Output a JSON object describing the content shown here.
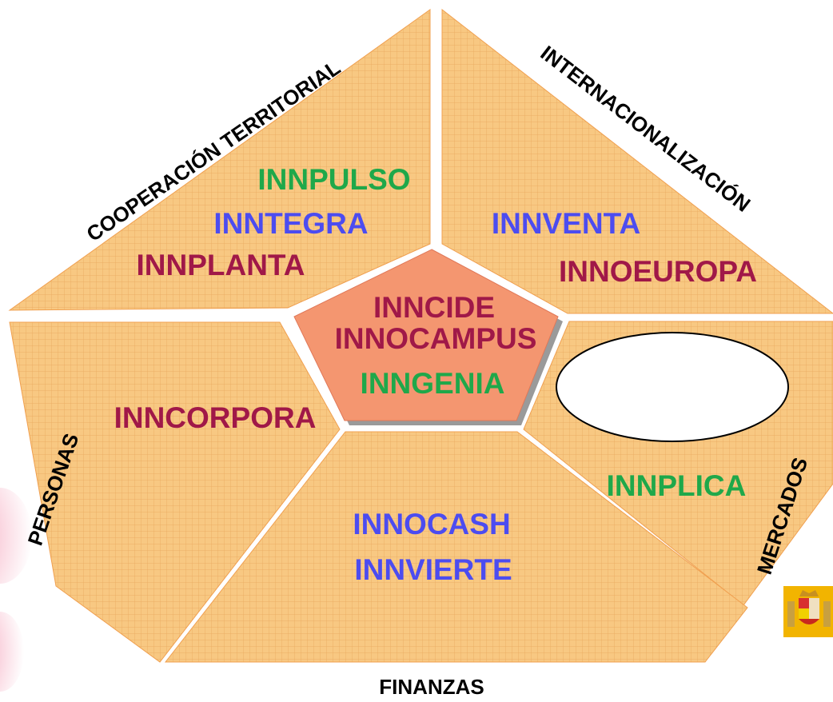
{
  "colors": {
    "panel_fill": "#F8C882",
    "grid_line": "#E8A65C",
    "center_fill": "#F49670",
    "green": "#1FA84A",
    "blue": "#4C4CF0",
    "maroon": "#A01848",
    "black": "#000000"
  },
  "sides": {
    "cooperacion": "COOPERACIÓN TERRITORIAL",
    "internacionalizacion": "INTERNACIONALIZACIÓN",
    "personas": "PERSONAS",
    "mercados": "MERCADOS",
    "finanzas": "FINANZAS"
  },
  "panels": {
    "cooperacion": [
      {
        "label": "INNPULSO",
        "color": "green"
      },
      {
        "label": "INNTEGRA",
        "color": "blue"
      },
      {
        "label": "INNPLANTA",
        "color": "maroon"
      }
    ],
    "internacionalizacion": [
      {
        "label": "INNVENTA",
        "color": "blue"
      },
      {
        "label": "INNOEUROPA",
        "color": "maroon"
      }
    ],
    "center": [
      {
        "label": "INNCIDE",
        "color": "maroon"
      },
      {
        "label": "INNOCAMPUS",
        "color": "maroon"
      },
      {
        "label": "INNGENIA",
        "color": "green"
      }
    ],
    "personas": [
      {
        "label": "INNCORPORA",
        "color": "maroon"
      }
    ],
    "mercados": [
      {
        "label": "INNPLICA",
        "color": "green"
      }
    ],
    "finanzas": [
      {
        "label": "INNOCASH",
        "color": "blue"
      },
      {
        "label": "INNVIERTE",
        "color": "blue"
      }
    ]
  },
  "icons": {
    "emblem": "spain-coat-of-arms-icon",
    "blank_oval": "blank-oval"
  }
}
